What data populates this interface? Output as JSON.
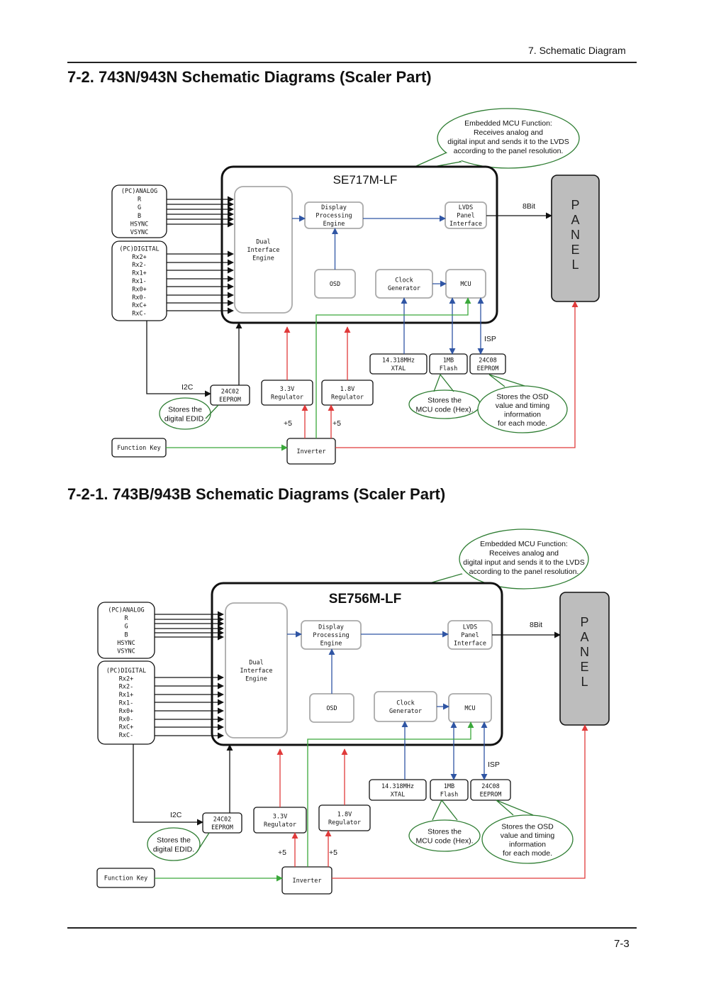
{
  "header": {
    "section": "7. Schematic Diagram"
  },
  "page_number": "7-3",
  "diagrams": [
    {
      "heading": "7-2. 743N/943N Schematic Diagrams (Scaler Part)",
      "chip": "SE717M-LF",
      "chip_bold": false,
      "callout": [
        "Embedded MCU Function:",
        "Receives analog and",
        "digital input and sends it to the LVDS",
        "according to the panel resolution."
      ],
      "analog_inputs": [
        "(PC)ANALOG",
        "R",
        "G",
        "B",
        "HSYNC",
        "VSYNC"
      ],
      "digital_inputs": [
        "(PC)DIGITAL",
        "Rx2+",
        "Rx2-",
        "Rx1+",
        "Rx1-",
        "Rx0+",
        "Rx0-",
        "RxC+",
        "RxC-"
      ],
      "blocks": {
        "dual": [
          "Dual",
          "Interface",
          "Engine"
        ],
        "dpe": [
          "Display",
          "Processing",
          "Engine"
        ],
        "lvds": [
          "LVDS",
          "Panel",
          "Interface"
        ],
        "osd": [
          "OSD"
        ],
        "clock": [
          "Clock",
          "Generator"
        ],
        "mcu": [
          "MCU"
        ],
        "xtal": [
          "14.318MHz",
          "XTAL"
        ],
        "flash": [
          "1MB",
          "Flash"
        ],
        "eeprom08": [
          "24C08",
          "EEPROM"
        ],
        "eeprom02": [
          "24C02",
          "EEPROM"
        ],
        "reg33": [
          "3.3V",
          "Regulator"
        ],
        "reg18": [
          "1.8V",
          "Regulator"
        ],
        "funckey": [
          "Function Key"
        ],
        "inverter": [
          "Inverter"
        ]
      },
      "panel_letters": [
        "P",
        "A",
        "N",
        "E",
        "L"
      ],
      "labels": {
        "bit": "8Bit",
        "isp": "ISP",
        "i2c": "I2C",
        "plus5a": "+5",
        "plus5b": "+5"
      },
      "notes": {
        "edid": [
          "Stores the",
          "digital EDID."
        ],
        "mcu_code": [
          "Stores the",
          "MCU code (Hex)."
        ],
        "osd_value": [
          "Stores the OSD",
          "value and timing",
          "information",
          "for each mode."
        ]
      },
      "colors": {
        "blue": "#2f55a4",
        "red": "#e03a3a",
        "green": "#3aa83a",
        "panel_fill": "#bdbdbd",
        "bubble": "#2e7d32"
      }
    },
    {
      "heading": "7-2-1. 743B/943B Schematic Diagrams (Scaler Part)",
      "chip": "SE756M-LF",
      "chip_bold": true,
      "callout": [
        "Embedded MCU Function:",
        "Receives analog and",
        "digital input and sends it to the LVDS",
        "according to the panel resolution."
      ],
      "analog_inputs": [
        "(PC)ANALOG",
        "R",
        "G",
        "B",
        "HSYNC",
        "VSYNC"
      ],
      "digital_inputs": [
        "(PC)DIGITAL",
        "Rx2+",
        "Rx2-",
        "Rx1+",
        "Rx1-",
        "Rx0+",
        "Rx0-",
        "RxC+",
        "RxC-"
      ],
      "blocks": {
        "dual": [
          "Dual",
          "Interface",
          "Engine"
        ],
        "dpe": [
          "Display",
          "Processing",
          "Engine"
        ],
        "lvds": [
          "LVDS",
          "Panel",
          "Interface"
        ],
        "osd": [
          "OSD"
        ],
        "clock": [
          "Clock",
          "Generator"
        ],
        "mcu": [
          "MCU"
        ],
        "xtal": [
          "14.318MHz",
          "XTAL"
        ],
        "flash": [
          "1MB",
          "Flash"
        ],
        "eeprom08": [
          "24C08",
          "EEPROM"
        ],
        "eeprom02": [
          "24C02",
          "EEPROM"
        ],
        "reg33": [
          "3.3V",
          "Regulator"
        ],
        "reg18": [
          "1.8V",
          "Regulator"
        ],
        "funckey": [
          "Function Key"
        ],
        "inverter": [
          "Inverter"
        ]
      },
      "panel_letters": [
        "P",
        "A",
        "N",
        "E",
        "L"
      ],
      "labels": {
        "bit": "8Bit",
        "isp": "ISP",
        "i2c": "I2C",
        "plus5a": "+5",
        "plus5b": "+5"
      },
      "notes": {
        "edid": [
          "Stores the",
          "digital EDID."
        ],
        "mcu_code": [
          "Stores the",
          "MCU code (Hex)."
        ],
        "osd_value": [
          "Stores the OSD",
          "value and timing",
          "information",
          "for each mode."
        ]
      },
      "colors": {
        "blue": "#2f55a4",
        "red": "#e03a3a",
        "green": "#3aa83a",
        "panel_fill": "#bdbdbd",
        "bubble": "#2e7d32"
      }
    }
  ]
}
